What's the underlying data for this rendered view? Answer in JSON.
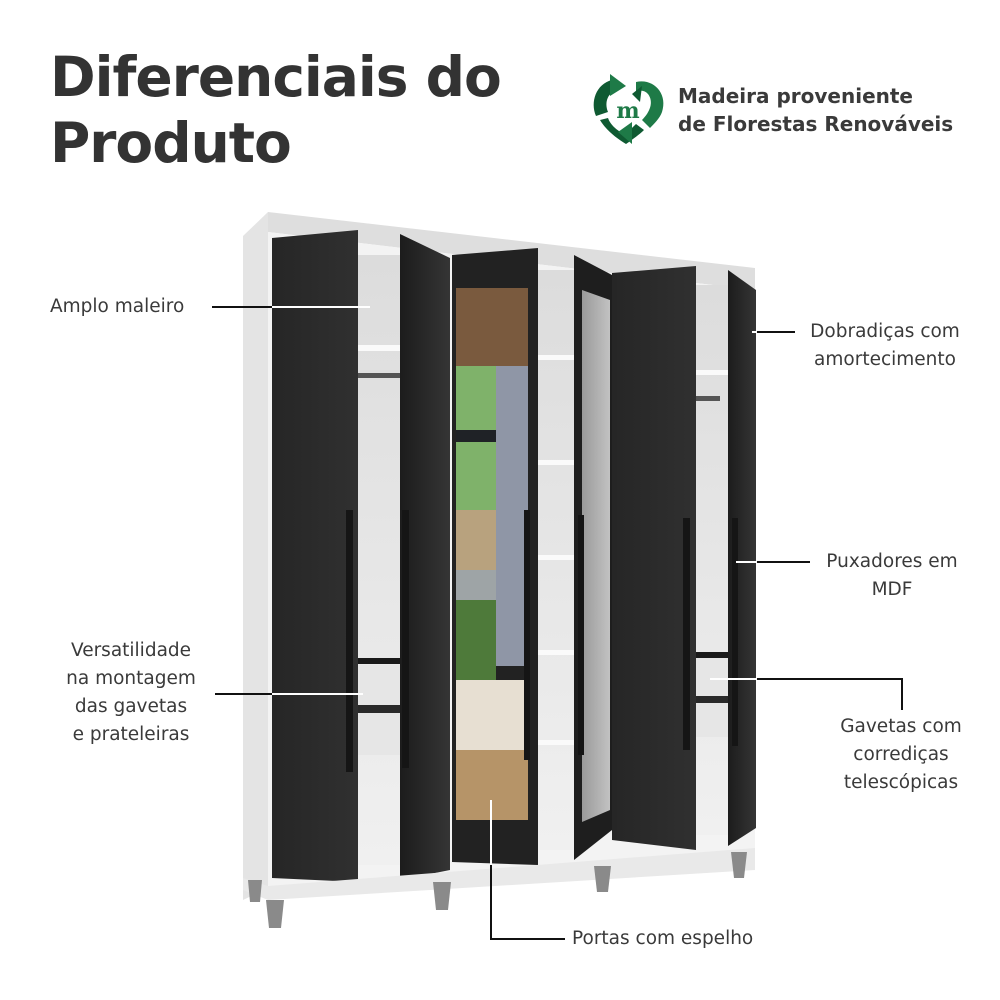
{
  "header": {
    "title_line1": "Diferenciais do",
    "title_line2": "Produto"
  },
  "badge": {
    "icon": "recycle-heart-m-icon",
    "line1": "Madeira proveniente",
    "line2": "de Florestas Renováveis",
    "color_dark": "#0f5a32",
    "color_light": "#1e7a47"
  },
  "features": {
    "amplo_maleiro": {
      "line1": "Amplo maleiro"
    },
    "versatilidade": {
      "line1": "Versatilidade",
      "line2": "na montagem",
      "line3": "das gavetas",
      "line4": "e prateleiras"
    },
    "dobradicas": {
      "line1": "Dobradiças com",
      "line2": "amortecimento"
    },
    "puxadores": {
      "line1": "Puxadores em",
      "line2": "MDF"
    },
    "gavetas": {
      "line1": "Gavetas com",
      "line2": "corrediças",
      "line3": "telescópicas"
    },
    "portas_espelho": {
      "line1": "Portas com espelho"
    }
  },
  "product": {
    "name": "wardrobe-6-doors-mirror",
    "door_color": "#2a2a2a",
    "body_color": "#f2f2f2",
    "feet_color": "#8a8a8a"
  }
}
